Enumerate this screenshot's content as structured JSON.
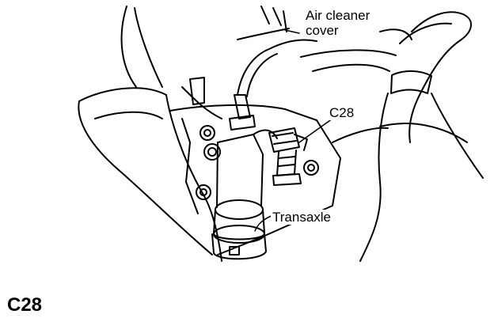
{
  "figure": {
    "labels": {
      "air_cleaner_line1": "Air cleaner",
      "air_cleaner_line2": "cover",
      "connector": "C28",
      "transaxle": "Transaxle"
    }
  },
  "caption": "C28"
}
